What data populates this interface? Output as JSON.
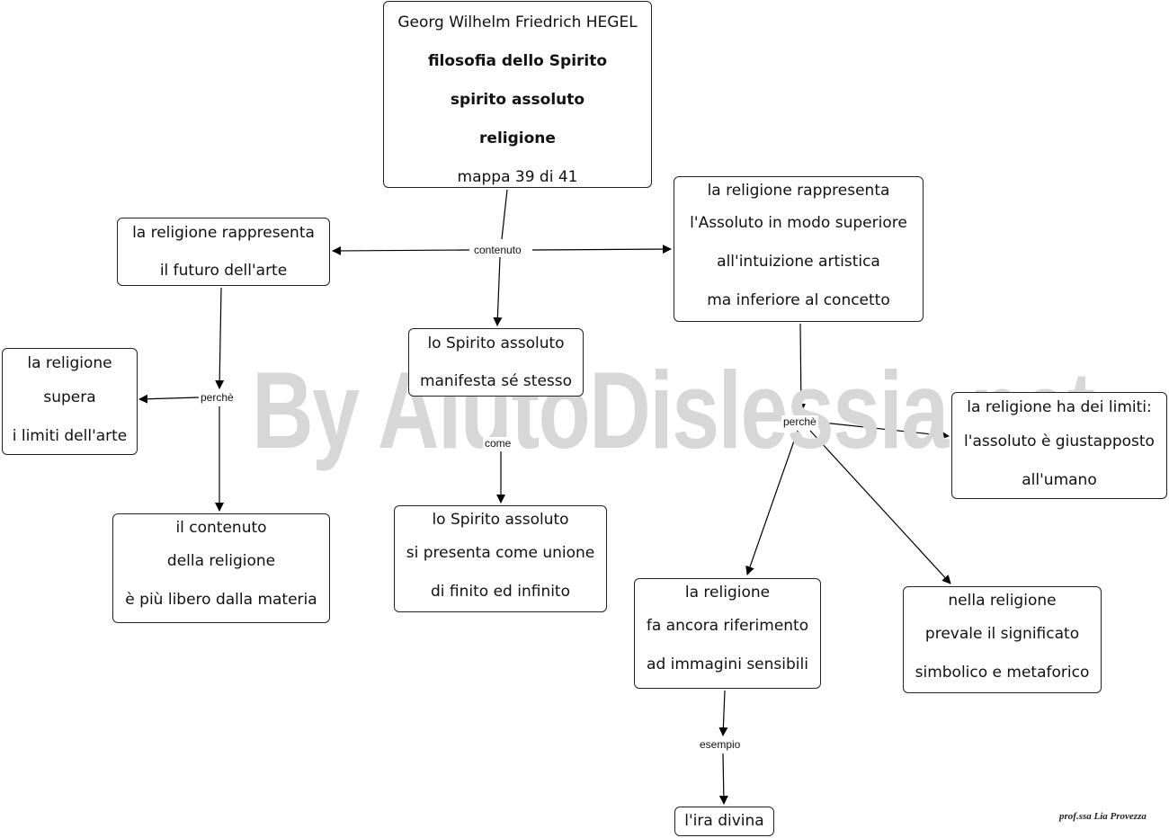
{
  "watermark": "By AiutoDislessia.net",
  "signature": "prof.ssa Lia Provezza",
  "nodes": {
    "root": {
      "lines": [
        "Georg Wilhelm Friedrich HEGEL",
        "filosofia dello Spirito",
        "spirito assoluto",
        "religione",
        "mappa 39 di 41"
      ]
    },
    "futuro_arte": {
      "lines": [
        "la religione rappresenta",
        "il futuro dell'arte"
      ]
    },
    "assoluto_superiore": {
      "lines": [
        "la religione rappresenta",
        "l'Assoluto  in modo superiore",
        "all'intuizione artistica",
        "ma inferiore al concetto"
      ]
    },
    "manifesta": {
      "lines": [
        "lo Spirito assoluto",
        "manifesta sé stesso"
      ]
    },
    "supera": {
      "lines": [
        "la religione",
        "supera",
        "i limiti dell'arte"
      ]
    },
    "contenuto_libero": {
      "lines": [
        "il contenuto",
        "della religione",
        "è più libero dalla materia"
      ]
    },
    "unione": {
      "lines": [
        "lo Spirito assoluto",
        "si presenta come unione",
        "di finito ed infinito"
      ]
    },
    "limiti": {
      "lines": [
        "la religione ha dei limiti:",
        "l'assoluto è giustapposto",
        "all'umano"
      ]
    },
    "immagini": {
      "lines": [
        "la religione",
        "fa ancora riferimento",
        "ad immagini sensibili"
      ]
    },
    "simbolico": {
      "lines": [
        "nella religione",
        "prevale il significato",
        "simbolico e metaforico"
      ]
    },
    "ira": {
      "lines": [
        "l'ira divina"
      ]
    }
  },
  "links": {
    "contenuto": "contenuto",
    "perche_left": "perchè",
    "come": "come",
    "perche_right": "perchè",
    "esempio": "esempio"
  }
}
